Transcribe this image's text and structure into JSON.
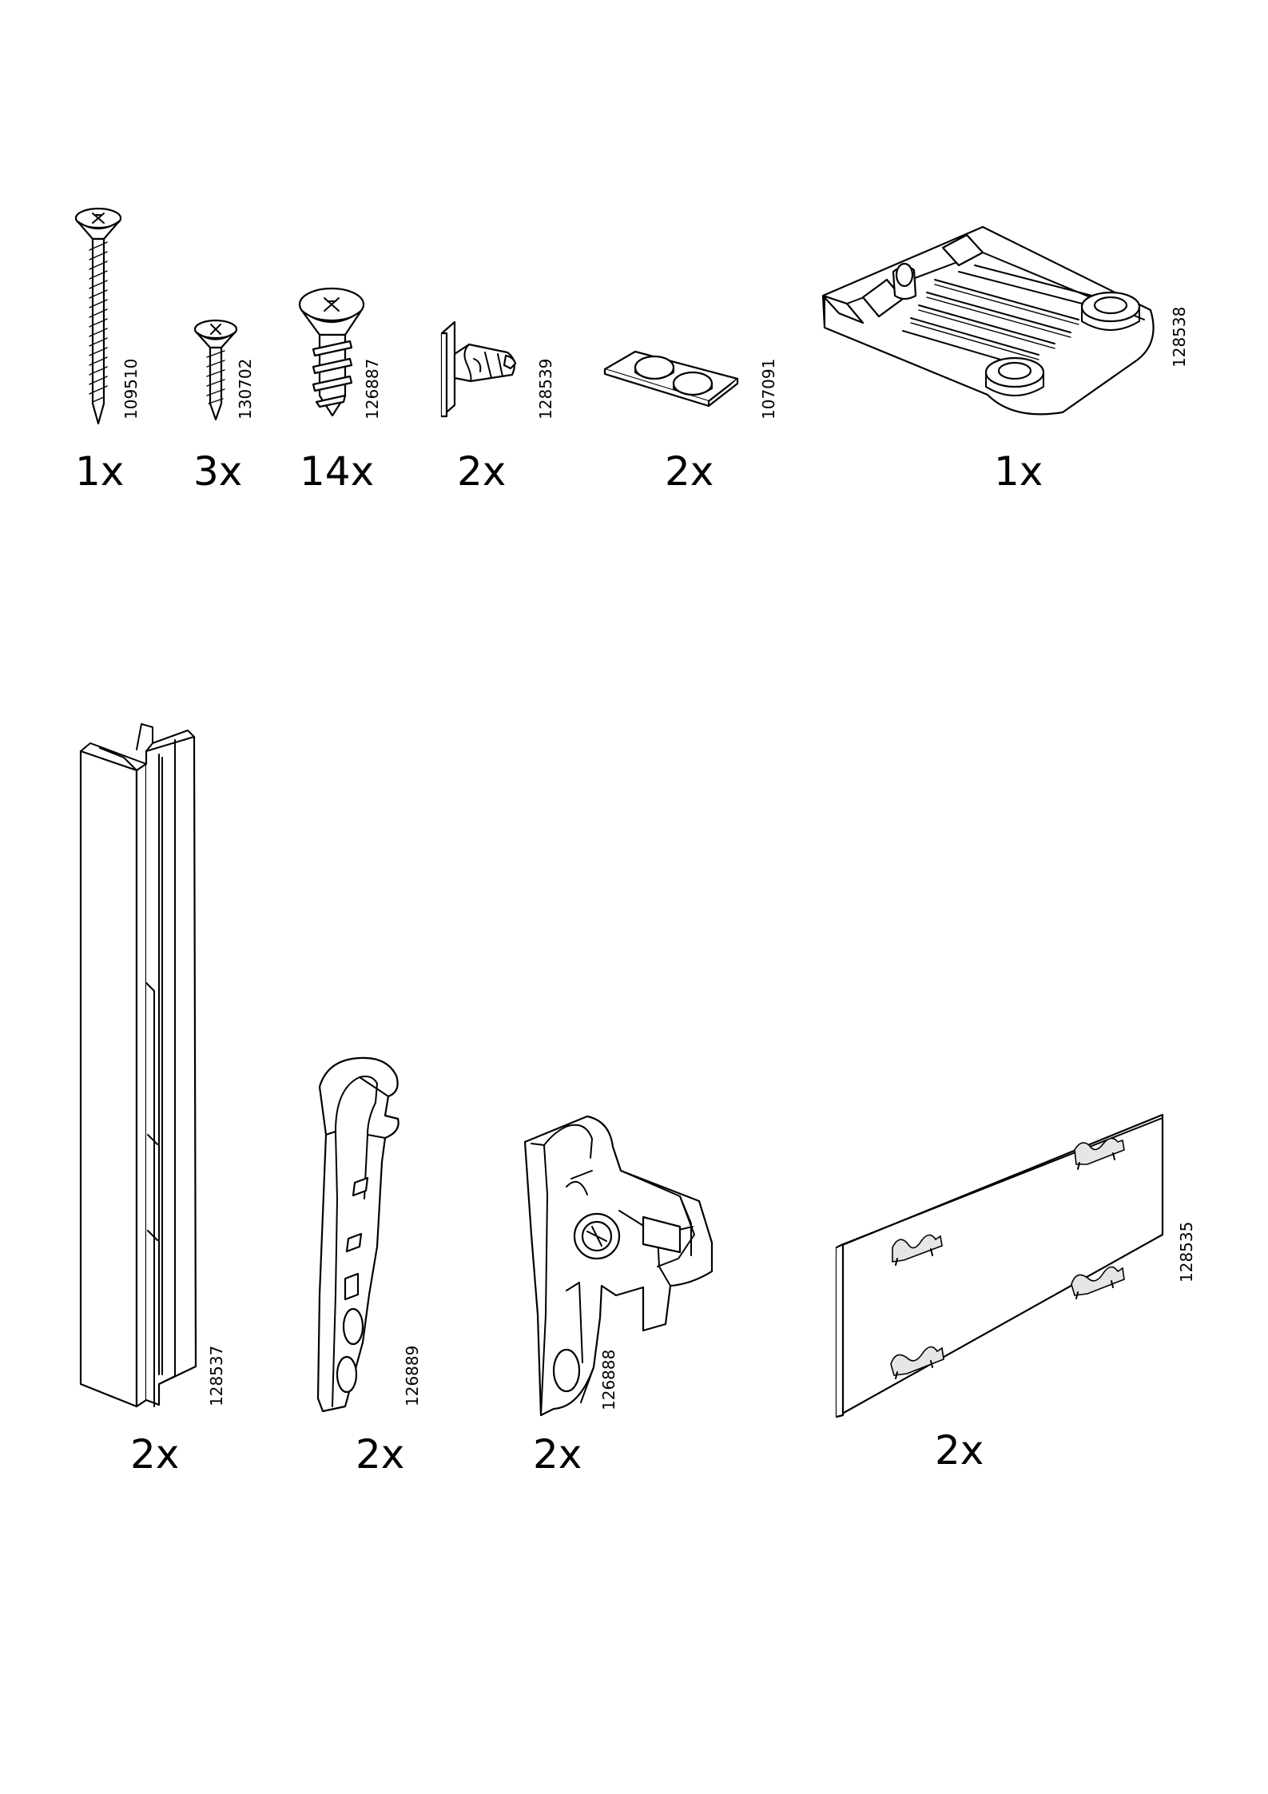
{
  "page": {
    "background": "#ffffff",
    "line_color": "#000000"
  },
  "parts": [
    {
      "part_number": "109510",
      "quantity": "1x",
      "icon": "long-wood-screw-icon"
    },
    {
      "part_number": "130702",
      "quantity": "3x",
      "icon": "short-wood-screw-icon"
    },
    {
      "part_number": "126887",
      "quantity": "14x",
      "icon": "euro-screw-icon"
    },
    {
      "part_number": "128539",
      "quantity": "2x",
      "icon": "plastic-dowel-icon"
    },
    {
      "part_number": "107091",
      "quantity": "2x",
      "icon": "felt-pads-icon"
    },
    {
      "part_number": "128538",
      "quantity": "1x",
      "icon": "drawer-tray-bracket-icon"
    },
    {
      "part_number": "128537",
      "quantity": "2x",
      "icon": "channel-rail-icon"
    },
    {
      "part_number": "126889",
      "quantity": "2x",
      "icon": "front-clip-icon"
    },
    {
      "part_number": "126888",
      "quantity": "2x",
      "icon": "rear-bracket-icon"
    },
    {
      "part_number": "128535",
      "quantity": "2x",
      "icon": "clip-panel-icon"
    }
  ]
}
